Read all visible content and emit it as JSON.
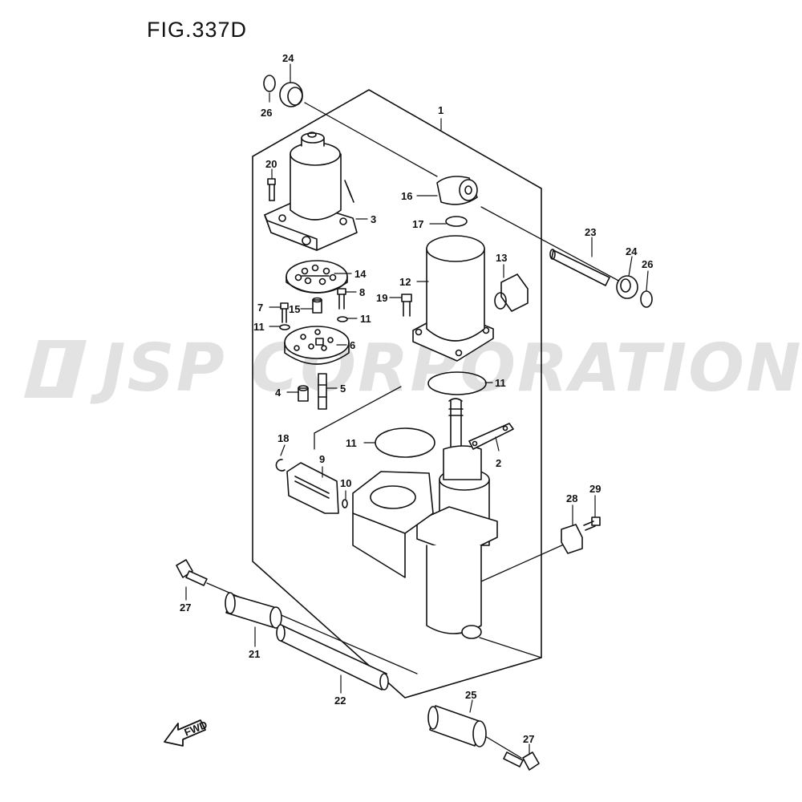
{
  "figure": {
    "title": "FIG.337D"
  },
  "watermark": {
    "logo": "JSP CORPORATION"
  },
  "arrow": {
    "label": "FWD"
  },
  "callouts": [
    {
      "id": "c1",
      "label": "1"
    },
    {
      "id": "c2",
      "label": "2"
    },
    {
      "id": "c3",
      "label": "3"
    },
    {
      "id": "c4",
      "label": "4"
    },
    {
      "id": "c5",
      "label": "5"
    },
    {
      "id": "c6",
      "label": "6"
    },
    {
      "id": "c7",
      "label": "7"
    },
    {
      "id": "c8",
      "label": "8"
    },
    {
      "id": "c9",
      "label": "9"
    },
    {
      "id": "c10",
      "label": "10"
    },
    {
      "id": "c11a",
      "label": "11"
    },
    {
      "id": "c11b",
      "label": "11"
    },
    {
      "id": "c11c",
      "label": "11"
    },
    {
      "id": "c11d",
      "label": "11"
    },
    {
      "id": "c12",
      "label": "12"
    },
    {
      "id": "c13",
      "label": "13"
    },
    {
      "id": "c14",
      "label": "14"
    },
    {
      "id": "c15",
      "label": "15"
    },
    {
      "id": "c16",
      "label": "16"
    },
    {
      "id": "c17",
      "label": "17"
    },
    {
      "id": "c18",
      "label": "18"
    },
    {
      "id": "c19",
      "label": "19"
    },
    {
      "id": "c20",
      "label": "20"
    },
    {
      "id": "c21",
      "label": "21"
    },
    {
      "id": "c22",
      "label": "22"
    },
    {
      "id": "c23",
      "label": "23"
    },
    {
      "id": "c24a",
      "label": "24"
    },
    {
      "id": "c24b",
      "label": "24"
    },
    {
      "id": "c25",
      "label": "25"
    },
    {
      "id": "c26a",
      "label": "26"
    },
    {
      "id": "c26b",
      "label": "26"
    },
    {
      "id": "c27a",
      "label": "27"
    },
    {
      "id": "c27b",
      "label": "27"
    },
    {
      "id": "c28",
      "label": "28"
    },
    {
      "id": "c29",
      "label": "29"
    }
  ]
}
